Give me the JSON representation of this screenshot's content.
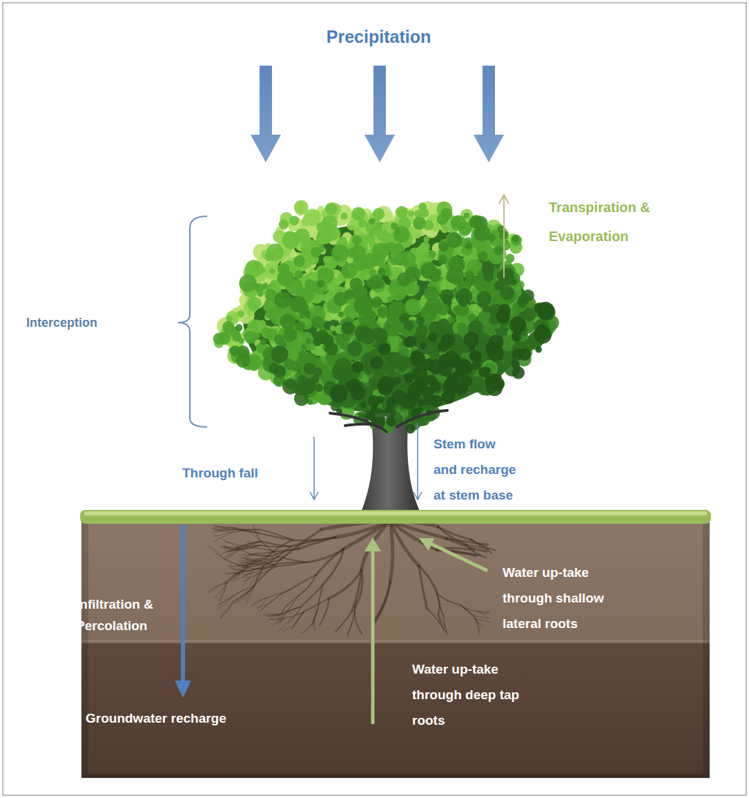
{
  "diagram": {
    "title": "Precipitation",
    "labels": [
      "Transpiration & Evaporation",
      "Interception",
      "Stem flow and recharge at stem base",
      "Through fall",
      "Water up-take through shallow lateral roots",
      "Infiltration & Percolation",
      "Water up-take through deep tap roots",
      "Groundwater recharge"
    ]
  }
}
